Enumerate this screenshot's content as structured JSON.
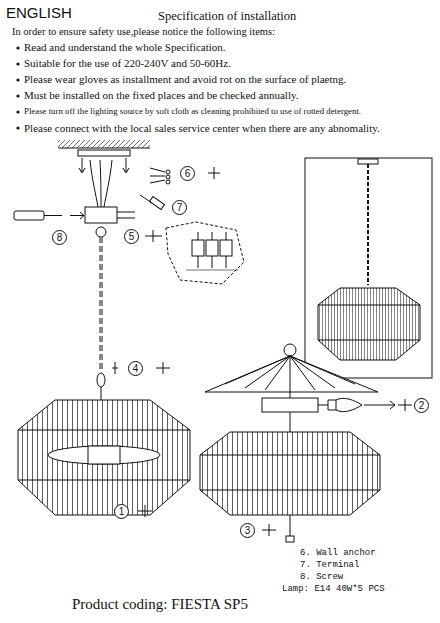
{
  "diagram": {
    "title": "Specification of installation",
    "caption": "Product coding: FIESTA SP5",
    "labels": [
      "ENGLISH",
      "In order to ensure safety use,please notice the following items:",
      "Read and understand the whole Specification.",
      "Suitable for the use of 220-240V and 50-60Hz.",
      "Please wear gloves as installment and avoid rot on the surface of plaetng.",
      "Must be installed on the fixed places and be checked annually.",
      "Please turn off the lighting source by soft cloth as cleaning prohibited to use of rotted detergent.",
      "Please connect with the local sales service center when there are any abnomality.",
      "6",
      "7",
      "8",
      "5",
      "4",
      "1",
      "2",
      "3",
      "6. Wall anchor",
      "7. Terminal",
      "8. Screw",
      "Lamp: E14 40W*5 PCS"
    ]
  }
}
